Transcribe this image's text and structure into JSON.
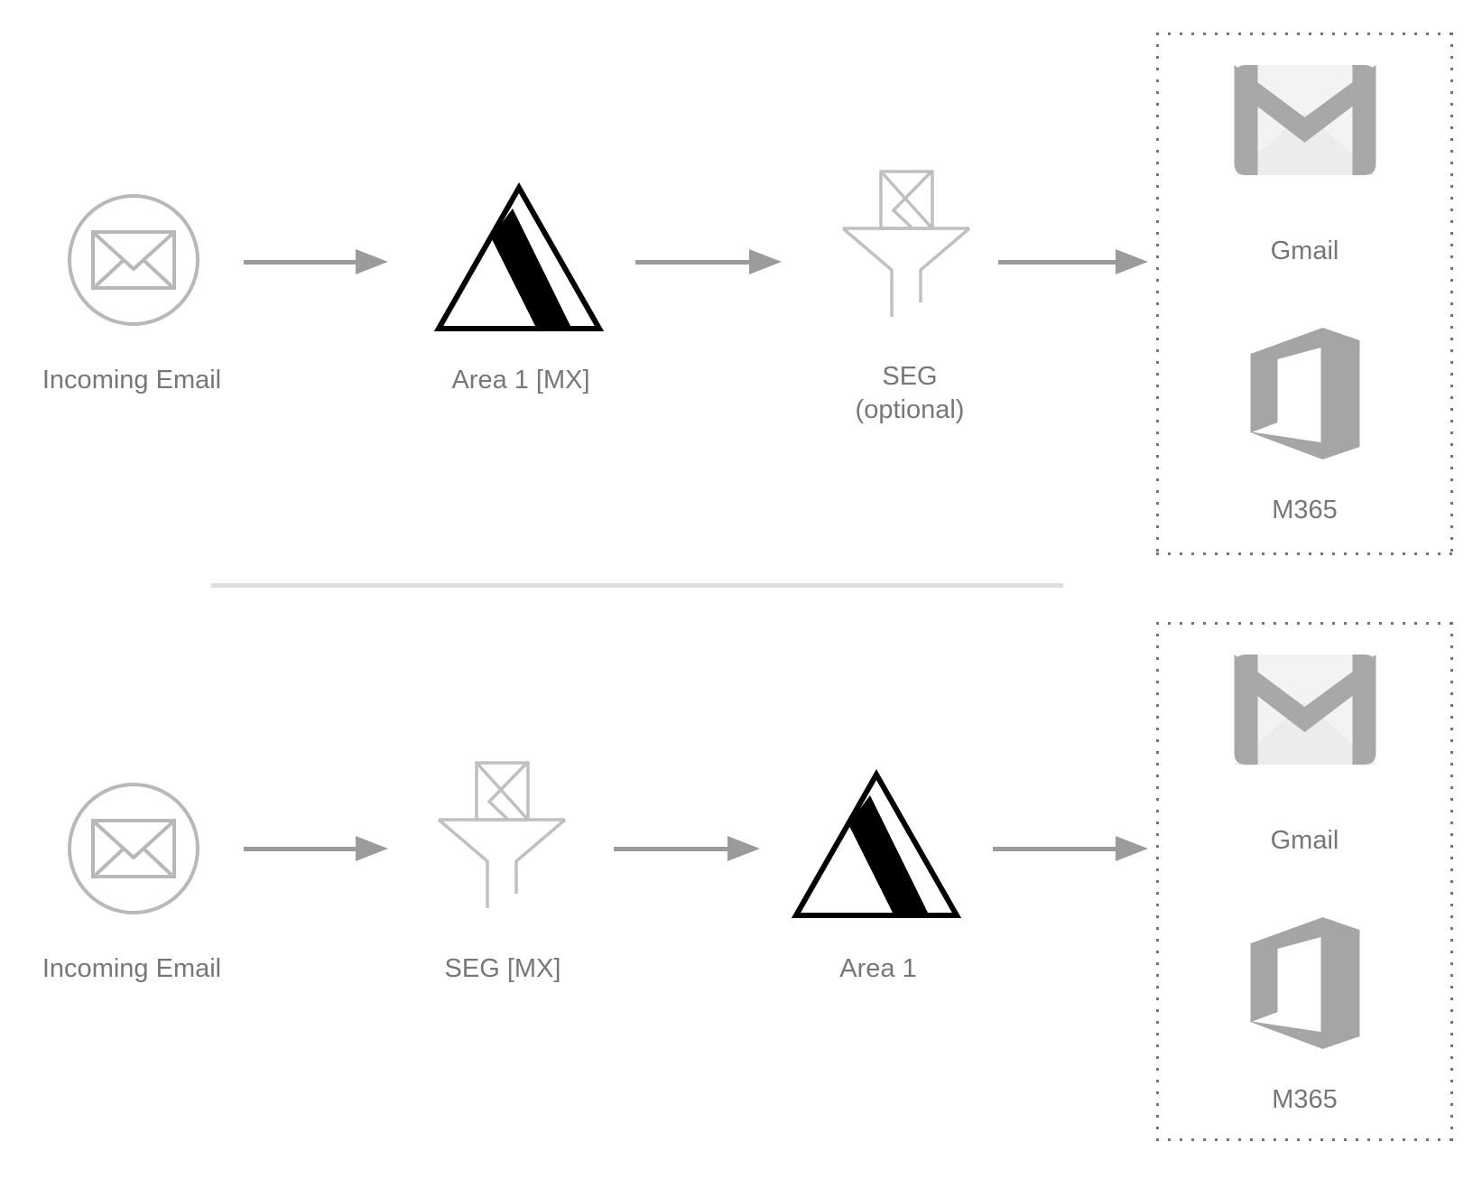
{
  "diagram": {
    "row1": {
      "incoming_label": "Incoming Email",
      "area1_label": "Area 1 [MX]",
      "seg_label": "SEG",
      "seg_sublabel": "(optional)",
      "gmail_label": "Gmail",
      "m365_label": "M365"
    },
    "row2": {
      "incoming_label": "Incoming Email",
      "seg_label": "SEG [MX]",
      "area1_label": "Area 1",
      "gmail_label": "Gmail",
      "m365_label": "M365"
    },
    "icons": {
      "incoming": "envelope-in-circle-icon",
      "area1": "area1-triangle-logo-icon",
      "seg": "funnel-with-envelope-icon",
      "gmail": "gmail-envelope-icon",
      "m365": "microsoft-office-icon"
    },
    "colors": {
      "label_text": "#777777",
      "arrow": "#9b9b9b",
      "light_icon_stroke": "#c0c0c0",
      "circle_icon_stroke": "#b8b8b8",
      "triangle": "#000000",
      "brand_gray": "#a8a8a8",
      "gmail_body": "#f3f3f3",
      "dotted_border": "#757575",
      "divider": "#dedede",
      "background": "#ffffff"
    }
  }
}
